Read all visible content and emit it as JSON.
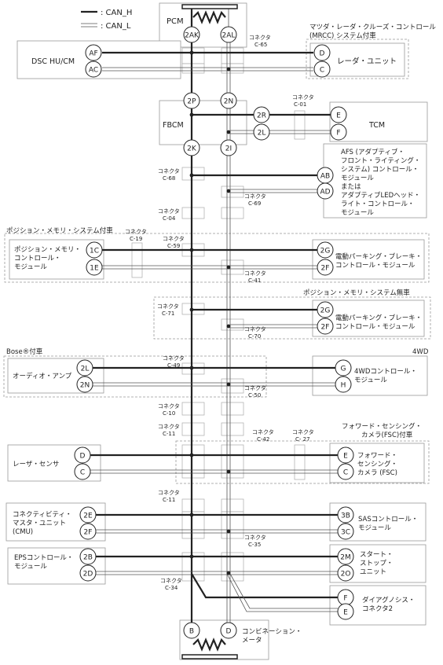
{
  "legend": {
    "can_h": ": CAN_H",
    "can_l": ": CAN_L"
  },
  "top": {
    "pcm": "PCM",
    "pin_2ak": "2AK",
    "pin_2al": "2AL",
    "conn_c65_1": "コネクタ",
    "conn_c65_2": "C-65",
    "mrcc_1": "マツダ・レーダ・クルーズ・コントロール",
    "mrcc_2": "(MRCC) システム付車"
  },
  "dsc": {
    "label": "DSC HU/CM",
    "pin_af": "AF",
    "pin_ac": "AC"
  },
  "radar": {
    "label": "レーダ・ユニット",
    "pin_d": "D",
    "pin_c": "C"
  },
  "fbcm": {
    "label": "FBCM",
    "pin_2p": "2P",
    "pin_2n": "2N",
    "pin_2k": "2K",
    "pin_2i": "2I",
    "pin_2r": "2R",
    "pin_2l": "2L",
    "conn_c01_1": "コネクタ",
    "conn_c01_2": "C-01"
  },
  "tcm": {
    "label": "TCM",
    "pin_e": "E",
    "pin_f": "F"
  },
  "afs": {
    "lines": [
      "AFS (アダプティブ・",
      "フロント・ライティング・",
      "システム) コントロール・",
      "モジュール",
      "または",
      "アダプティブLEDヘッド・",
      "ライト・コントロール・",
      "モジュール"
    ],
    "pin_ab": "AB",
    "pin_ad": "AD",
    "conn_c68_1": "コネクタ",
    "conn_c68_2": "C-68",
    "conn_c69_1": "コネクタ",
    "conn_c69_2": "C-69",
    "conn_c04_1": "コネクタ",
    "conn_c04_2": "C-04"
  },
  "posmem": {
    "title": "ポジション・メモリ・システム付車",
    "conn_c19_1": "コネクタ",
    "conn_c19_2": "C-19",
    "conn_c59_1": "コネクタ",
    "conn_c59_2": "C-59",
    "conn_c41_1": "コネクタ",
    "conn_c41_2": "C-41",
    "mod_lines": [
      "ポジション・メモリ・",
      "コントロール・",
      "モジュール"
    ],
    "pin_1c": "1C",
    "pin_1e": "1E",
    "epb_lines": [
      "電動パーキング・ブレーキ・",
      "コントロール・モジュール"
    ],
    "pin_2g": "2G",
    "pin_2f": "2F"
  },
  "noposmem": {
    "title": "ポジション・メモリ・システム無車",
    "conn_c71_1": "コネクタ",
    "conn_c71_2": "C-71",
    "conn_c70_1": "コネクタ",
    "conn_c70_2": "C-70",
    "epb_lines": [
      "電動パーキング・ブレーキ・",
      "コントロール・モジュール"
    ],
    "pin_2g": "2G",
    "pin_2f": "2F"
  },
  "bose": {
    "title": "Bose®付車",
    "wd": "4WD",
    "conn_c49_1": "コネクタ",
    "conn_c49_2": "C-49",
    "conn_c50_1": "コネクタ",
    "conn_c50_2": "C-50",
    "amp": "オーディオ・アンプ",
    "pin_2l": "2L",
    "pin_2n": "2N",
    "wd_lines": [
      "4WDコントロール・",
      "モジュール"
    ],
    "pin_g": "G",
    "pin_h": "H"
  },
  "mid": {
    "conn_c10_1": "コネクタ",
    "conn_c10_2": "C-10",
    "conn_c11_1": "コネクタ",
    "conn_c11_2": "C-11",
    "conn_c42_1": "コネクタ",
    "conn_c42_2": "C-42",
    "conn_c27_1": "コネクタ",
    "conn_c27_2": "C- 27",
    "fsc_title_1": "フォワード・センシング・",
    "fsc_title_2": "カメラ(FSC)付車"
  },
  "laser": {
    "label": "レーザ・センサ",
    "pin_d": "D",
    "pin_c": "C"
  },
  "fsc": {
    "lines": [
      "フォワード・",
      "センシング・",
      "カメラ (FSC)"
    ],
    "pin_e": "E",
    "pin_c": "C"
  },
  "cmu": {
    "conn_c11b_1": "コネクタ",
    "conn_c11b_2": "C-11",
    "lines": [
      "コネクティビティ・",
      "マスタ・ユニット",
      "(CMU)"
    ],
    "pin_2e": "2E",
    "pin_2f": "2F",
    "sas_lines": [
      "SASコントロール・",
      "モジュール"
    ],
    "pin_3b": "3B",
    "pin_3c": "3C",
    "conn_c35_1": "コネクタ",
    "conn_c35_2": "C-35"
  },
  "eps": {
    "lines": [
      "EPSコントロール・",
      "モジュール"
    ],
    "pin_2b": "2B",
    "pin_2d": "2D",
    "ss_lines": [
      "スタート・",
      "ストップ・",
      "ユニット"
    ],
    "pin_2m": "2M",
    "pin_2o": "2O",
    "conn_c34_1": "コネクタ",
    "conn_c34_2": "C-34",
    "diag_lines": [
      "ダイアグノシス・",
      "コネクタ2"
    ],
    "pin_f": "F",
    "pin_e": "E"
  },
  "bottom": {
    "combi_lines": [
      "コンビネーション・",
      "メータ"
    ],
    "pin_b": "B",
    "pin_d": "D"
  }
}
